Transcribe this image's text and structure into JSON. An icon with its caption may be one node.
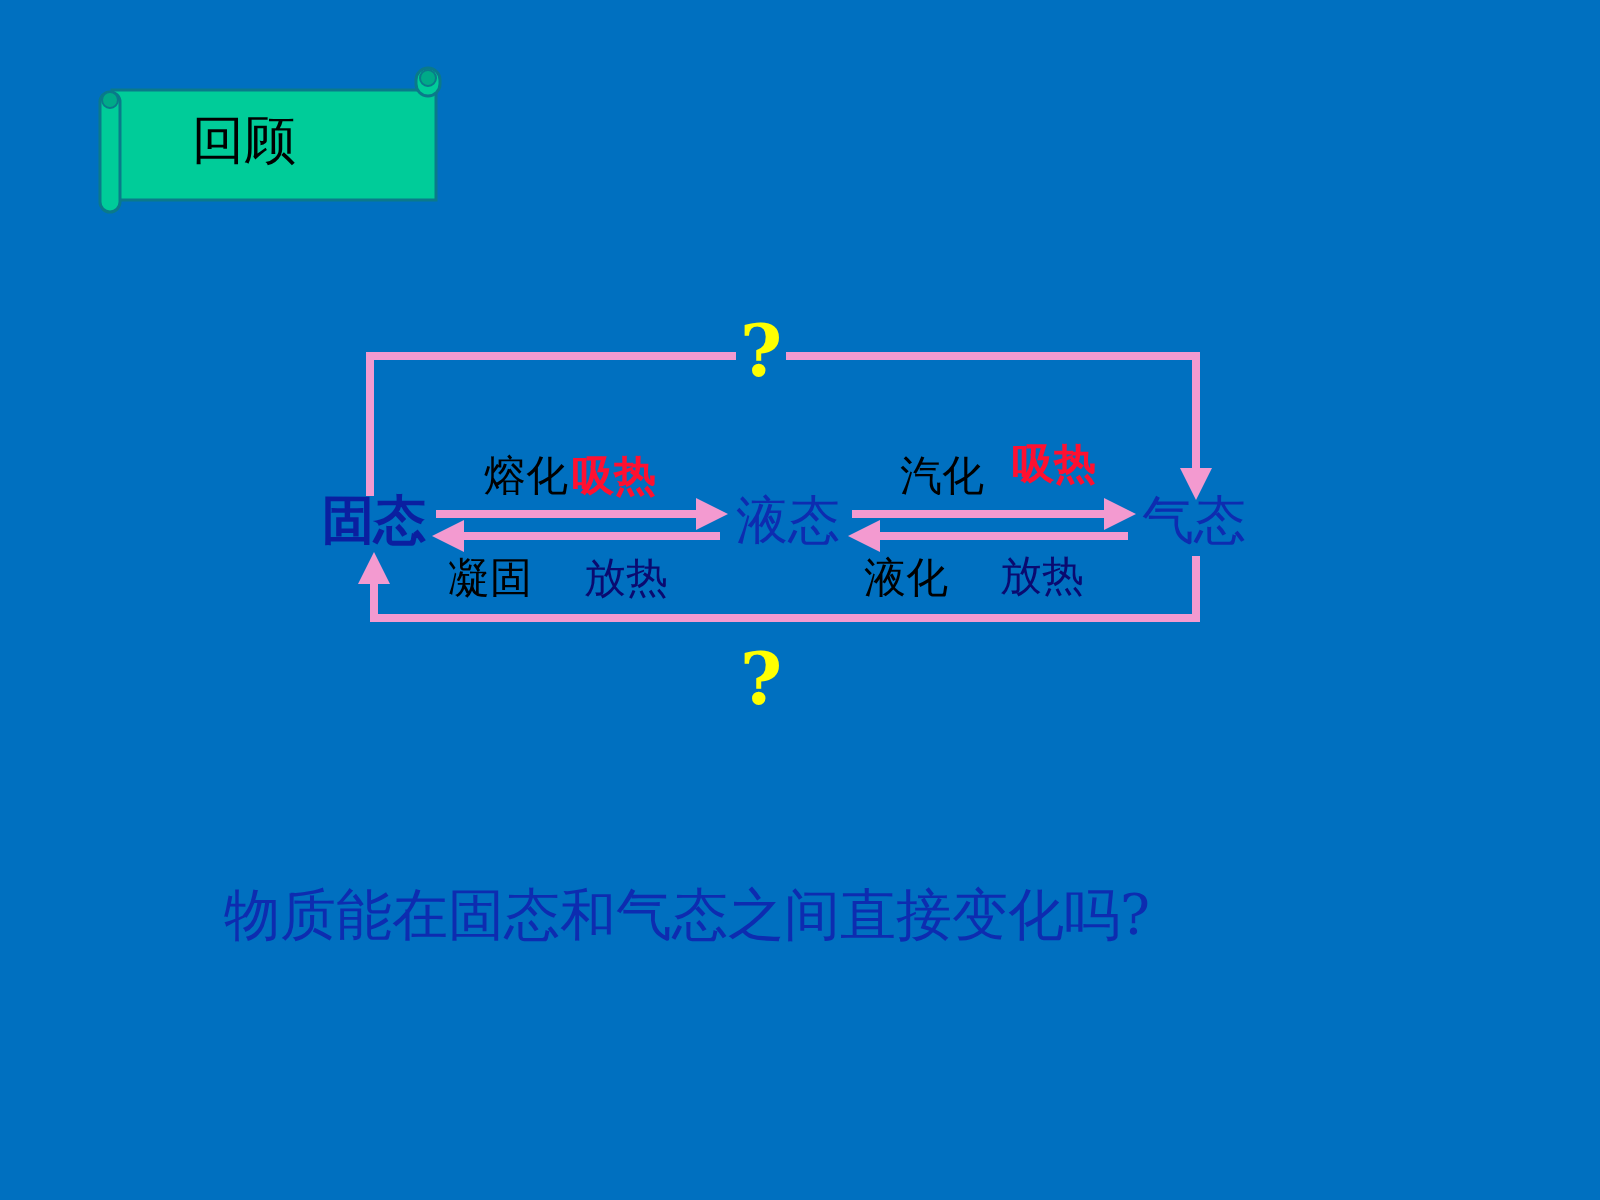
{
  "diagram": {
    "nodes": [
      {
        "text": [
          "回顾"
        ]
      },
      {
        "text": [
          "固态"
        ]
      },
      {
        "text": [
          "液态"
        ]
      },
      {
        "text": [
          "气态"
        ]
      }
    ],
    "edges": [
      {
        "from": 1,
        "to": 2,
        "arrow": "to",
        "label": "熔化"
      },
      {
        "from": 2,
        "to": 1,
        "arrow": "to",
        "label": "凝固"
      },
      {
        "from": 2,
        "to": 3,
        "arrow": "to",
        "label": "汽化"
      },
      {
        "from": 3,
        "to": 2,
        "arrow": "to",
        "label": "液化"
      },
      {
        "from": 1,
        "to": 3,
        "arrow": "to",
        "label": "?"
      },
      {
        "from": 3,
        "to": 1,
        "arrow": "to",
        "label": "?"
      }
    ],
    "labels": [
      "吸热",
      "放热",
      "吸热",
      "放热",
      "物质能在固态和气态之间直接变化吗?"
    ]
  }
}
